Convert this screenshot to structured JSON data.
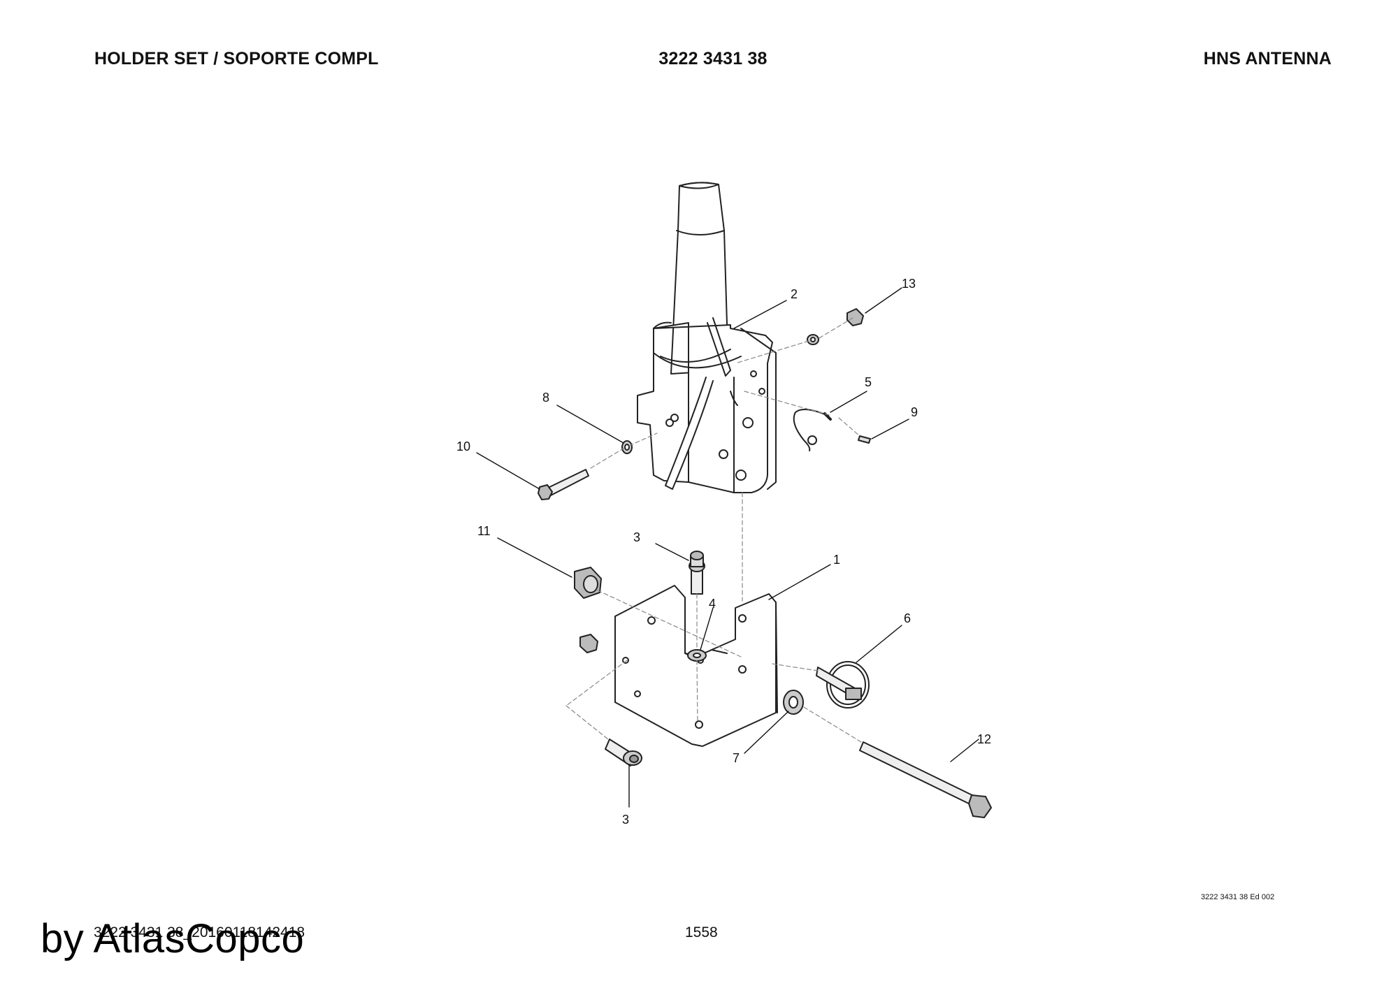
{
  "header": {
    "title": "HOLDER SET / SOPORTE COMPL",
    "part_number": "3222 3431 38",
    "group": "HNS ANTENNA"
  },
  "callouts": [
    "1",
    "2",
    "3",
    "3",
    "4",
    "5",
    "6",
    "7",
    "8",
    "9",
    "10",
    "11",
    "12",
    "13"
  ],
  "edition": "3222 3431 38 Ed 002",
  "footer": {
    "code": "3222 3431 38_20160118142418",
    "page": "1558"
  },
  "watermark": "by AtlasCopco"
}
